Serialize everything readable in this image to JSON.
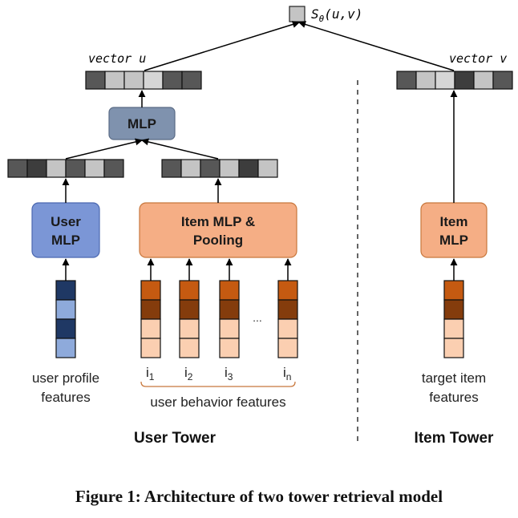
{
  "output": {
    "label": "S_θ(u, v)",
    "label_main": "S",
    "label_sub": "θ",
    "label_args": "(u,v)"
  },
  "user_vector": {
    "label": "vector u"
  },
  "item_vector": {
    "label": "vector v"
  },
  "mlp": {
    "label": "MLP"
  },
  "user_mlp": {
    "line1": "User",
    "line2": "MLP"
  },
  "item_mlp_pooling": {
    "line1": "Item MLP &",
    "line2": "Pooling"
  },
  "item_mlp": {
    "line1": "Item",
    "line2": "MLP"
  },
  "user_profile": {
    "line1": "user profile",
    "line2": "features"
  },
  "behavior": {
    "index_labels": [
      {
        "main": "i",
        "sub": "1"
      },
      {
        "main": "i",
        "sub": "2"
      },
      {
        "main": "i",
        "sub": "3"
      },
      {
        "main": "i",
        "sub": "n"
      }
    ],
    "ellipsis": "...",
    "label": "user behavior features"
  },
  "target_item": {
    "line1": "target item",
    "line2": "features"
  },
  "towers": {
    "user": "User Tower",
    "item": "Item Tower"
  },
  "caption": "Figure 1: Architecture of two tower retrieval model",
  "colors": {
    "user_mlp_fill": "#7b96d6",
    "user_mlp_stroke": "#4a67b0",
    "mlp_fill": "#7f92ae",
    "orange_fill": "#f5ae85",
    "orange_stroke": "#c8773c",
    "vec_dark": "#575757",
    "vec_darker": "#3d3d3d",
    "vec_light": "#c4c4c4",
    "vec_lighter": "#d6d6d6",
    "feat_blue_dark": "#1f3864",
    "feat_blue_light": "#8eaadb",
    "feat_orange_dark": "#c55a11",
    "feat_brown": "#843c0c",
    "feat_peach": "#fbcfb1"
  }
}
